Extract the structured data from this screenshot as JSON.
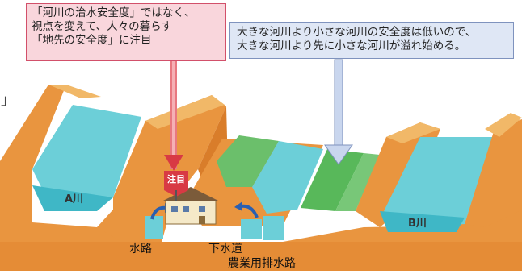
{
  "callout_left": {
    "lines": [
      "「河川の治水安全度」ではなく、",
      "視点を変えて、人々の暮らす",
      "「地先の安全度」に注目"
    ]
  },
  "callout_right": {
    "lines": [
      "大きな河川より小さな河川の安全度は低いので、",
      "大きな河川より先に小さな河川が溢れ始める。"
    ]
  },
  "flag_label": "注目",
  "river_a_label": "A川",
  "river_b_label": "B川",
  "waterway_label": "水路",
  "sewer_label": "下水道",
  "farm_drain_label": "農業用排水路",
  "edge_bracket": "」",
  "colors": {
    "earth": "#e9953f",
    "earth_dark": "#c9711f",
    "levee_top": "#efb060",
    "water": "#6ccfd8",
    "water_deep": "#3fb7c6",
    "field_green": "#58b85a",
    "red_accent": "#d83a44",
    "blue_arrow": "#8fa6d4"
  }
}
